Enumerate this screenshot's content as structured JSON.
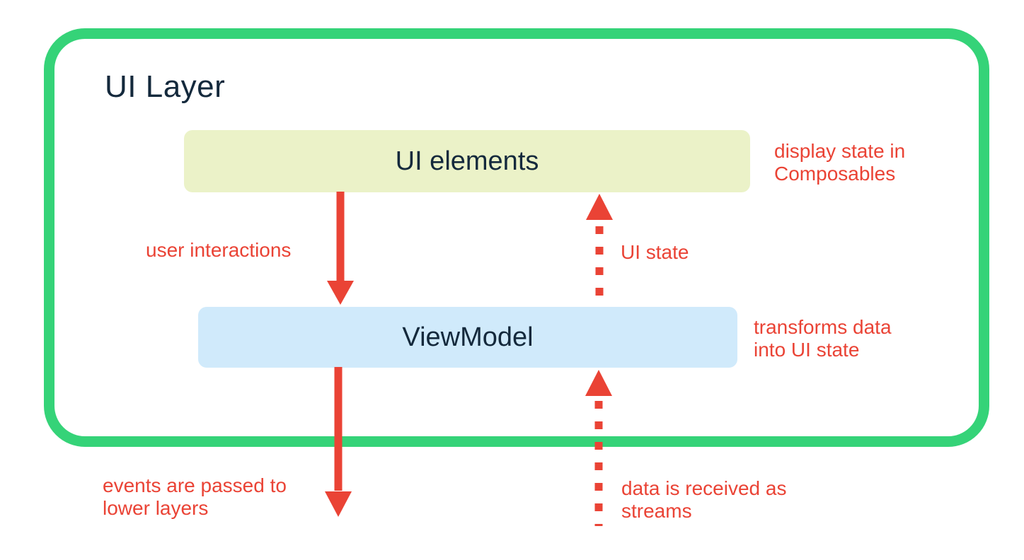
{
  "colors": {
    "border-green": "#35d378",
    "accent-red": "#ea4335",
    "text-navy": "#14293c",
    "box-ui-bg": "#ebf2c8",
    "box-vm-bg": "#d0eafb",
    "canvas-bg": "#ffffff"
  },
  "diagram": {
    "title": "UI Layer",
    "boxes": [
      {
        "label": "UI elements",
        "annotation": "display state in\nComposables"
      },
      {
        "label": "ViewModel",
        "annotation": "transforms data\ninto UI state"
      }
    ],
    "arrows": [
      {
        "label": "user interactions",
        "style": "solid",
        "direction": "down"
      },
      {
        "label": "UI state",
        "style": "dotted",
        "direction": "up"
      },
      {
        "label": "events are passed to\nlower layers",
        "style": "solid",
        "direction": "down"
      },
      {
        "label": "data is received as\nstreams",
        "style": "dotted",
        "direction": "up"
      }
    ]
  }
}
